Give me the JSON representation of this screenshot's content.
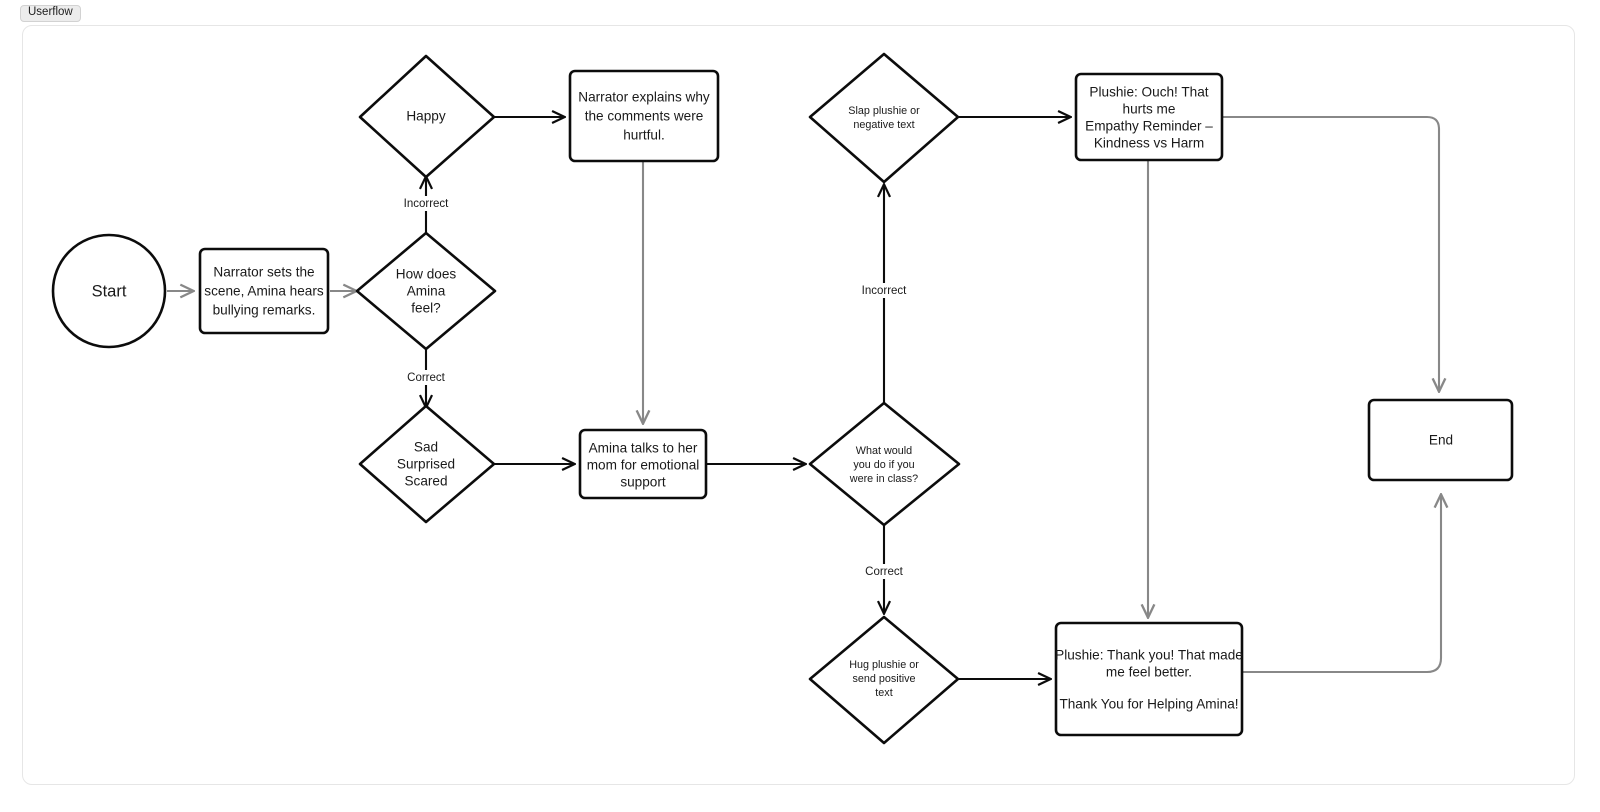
{
  "tab": {
    "label": "Userflow"
  },
  "canvas": {
    "background": "#ffffff",
    "border_color": "#e6e6e6",
    "edge_black": "#0c0c0c",
    "edge_gray": "#888888"
  },
  "nodes": {
    "start": {
      "label": "Start",
      "shape": "circle"
    },
    "narrator_scene": {
      "shape": "rect",
      "lines": [
        "Narrator sets the",
        "scene, Amina hears",
        "bullying remarks."
      ]
    },
    "feel_question": {
      "shape": "diamond",
      "lines": [
        "How does",
        "Amina",
        "feel?"
      ]
    },
    "happy": {
      "shape": "diamond",
      "lines": [
        "Happy"
      ]
    },
    "narrator_explains": {
      "shape": "rect",
      "lines": [
        "Narrator explains why",
        "the comments were",
        "hurtful."
      ]
    },
    "sad_surprised_scared": {
      "shape": "diamond",
      "lines": [
        "Sad",
        "Surprised",
        "Scared"
      ]
    },
    "amina_talks_mom": {
      "shape": "rect",
      "lines": [
        "Amina talks to her",
        "mom for emotional",
        "support"
      ]
    },
    "class_question": {
      "shape": "diamond",
      "lines": [
        "What would",
        "you do if you",
        "were in class?"
      ]
    },
    "slap_plushie": {
      "shape": "diamond",
      "lines": [
        "Slap plushie or",
        "negative text"
      ]
    },
    "hug_plushie": {
      "shape": "diamond",
      "lines": [
        "Hug plushie or",
        "send positive",
        "text"
      ]
    },
    "plushie_ouch": {
      "shape": "rect",
      "lines": [
        "Plushie: Ouch! That",
        "hurts me",
        "Empathy Reminder –",
        "Kindness vs Harm"
      ]
    },
    "plushie_thanks": {
      "shape": "rect",
      "lines": [
        "Plushie: Thank you! That made",
        "me feel better.",
        "",
        "Thank You for Helping Amina!"
      ]
    },
    "end": {
      "label": "End",
      "shape": "rect"
    }
  },
  "edge_labels": {
    "incorrect_feel": "Incorrect",
    "correct_feel": "Correct",
    "incorrect_class": "Incorrect",
    "correct_class": "Correct"
  }
}
